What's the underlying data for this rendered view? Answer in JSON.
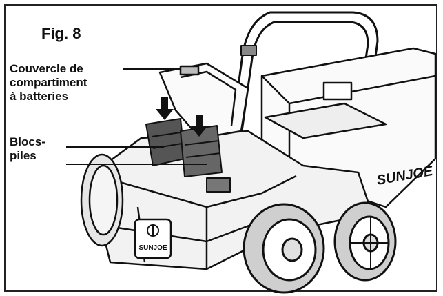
{
  "figure": {
    "title": "Fig. 8",
    "callouts": [
      {
        "lines": [
          "Couvercle de",
          "compartiment",
          "à batteries"
        ]
      },
      {
        "lines": [
          "Blocs-",
          "piles"
        ]
      }
    ],
    "brand": "SUNJOE",
    "colors": {
      "ink": "#111111",
      "paper": "#ffffff",
      "shade": "#d9d9d9"
    }
  }
}
